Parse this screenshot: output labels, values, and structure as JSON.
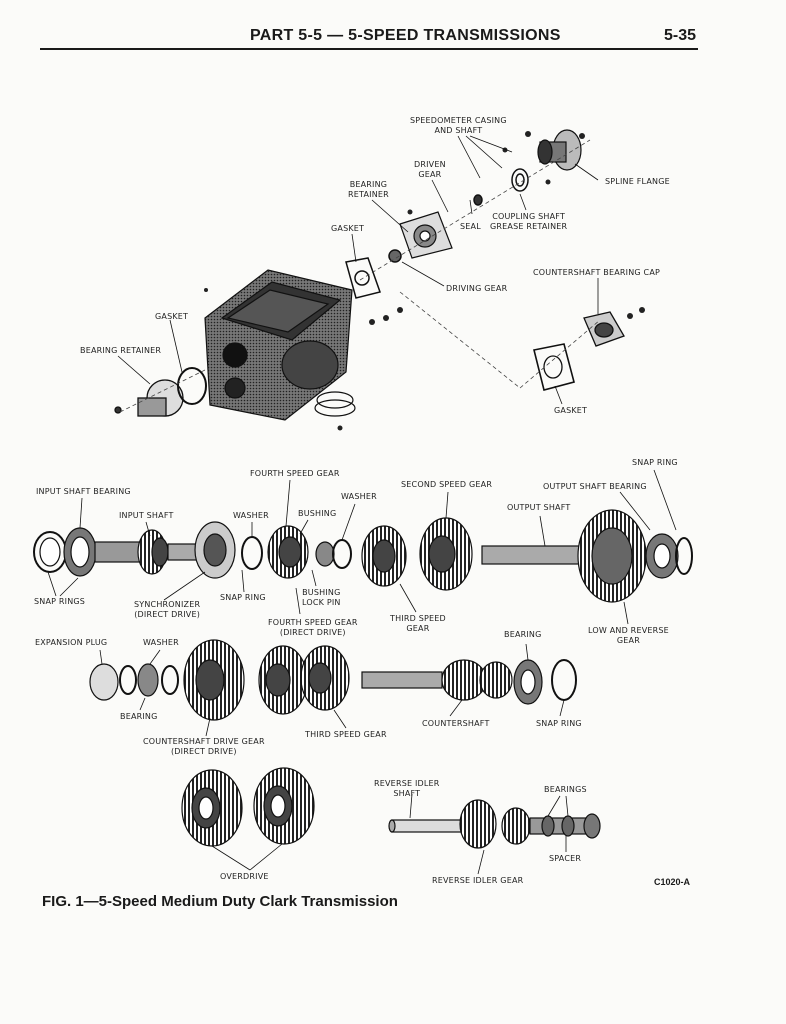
{
  "header": {
    "title": "PART 5-5 — 5-SPEED TRANSMISSIONS",
    "page_number": "5-35"
  },
  "figure": {
    "caption": "FIG. 1—5-Speed Medium Duty Clark Transmission",
    "code": "C1020-A",
    "labels": {
      "speedometer_casing": [
        "SPEEDOMETER CASING",
        "AND SHAFT"
      ],
      "driven_gear": [
        "DRIVEN",
        "GEAR"
      ],
      "bearing_retainer_top": [
        "BEARING",
        "RETAINER"
      ],
      "spline_flange": "SPLINE FLANGE",
      "gasket_top": "GASKET",
      "seal": "SEAL",
      "coupling_shaft": [
        "COUPLING SHAFT",
        "GREASE RETAINER"
      ],
      "countershaft_bearing_cap": "COUNTERSHAFT BEARING CAP",
      "driving_gear": "DRIVING GEAR",
      "gasket_left": "GASKET",
      "bearing_retainer_left": "BEARING RETAINER",
      "gasket_right": "GASKET",
      "snap_ring_top": "SNAP RING",
      "fourth_speed_gear": "FOURTH SPEED GEAR",
      "input_shaft_bearing": "INPUT SHAFT BEARING",
      "second_speed_gear": "SECOND SPEED GEAR",
      "output_shaft_bearing": "OUTPUT SHAFT BEARING",
      "washer_mid": "WASHER",
      "input_shaft": "INPUT SHAFT",
      "washer_left": "WASHER",
      "bushing": "BUSHING",
      "output_shaft": "OUTPUT SHAFT",
      "snap_rings": "SNAP RINGS",
      "synchronizer": [
        "SYNCHRONIZER",
        "(DIRECT DRIVE)"
      ],
      "snap_ring_mid": "SNAP RING",
      "bushing_lock_pin": [
        "BUSHING",
        "LOCK PIN"
      ],
      "third_speed_gear_top": [
        "THIRD SPEED",
        "GEAR"
      ],
      "fourth_speed_gear_direct": [
        "FOURTH SPEED GEAR",
        "(DIRECT DRIVE)"
      ],
      "bearing_mid": "BEARING",
      "low_reverse_gear": [
        "LOW AND REVERSE",
        "GEAR"
      ],
      "expansion_plug": "EXPANSION PLUG",
      "washer_low": "WASHER",
      "bearing_low": "BEARING",
      "countershaft": "COUNTERSHAFT",
      "snap_ring_low": "SNAP RING",
      "third_speed_gear_low": "THIRD SPEED GEAR",
      "countershaft_drive_gear": [
        "COUNTERSHAFT DRIVE GEAR",
        "(DIRECT DRIVE)"
      ],
      "reverse_idler_shaft": [
        "REVERSE IDLER",
        "SHAFT"
      ],
      "bearings": "BEARINGS",
      "spacer": "SPACER",
      "overdrive": "OVERDRIVE",
      "reverse_idler_gear": "REVERSE IDLER GEAR"
    }
  }
}
